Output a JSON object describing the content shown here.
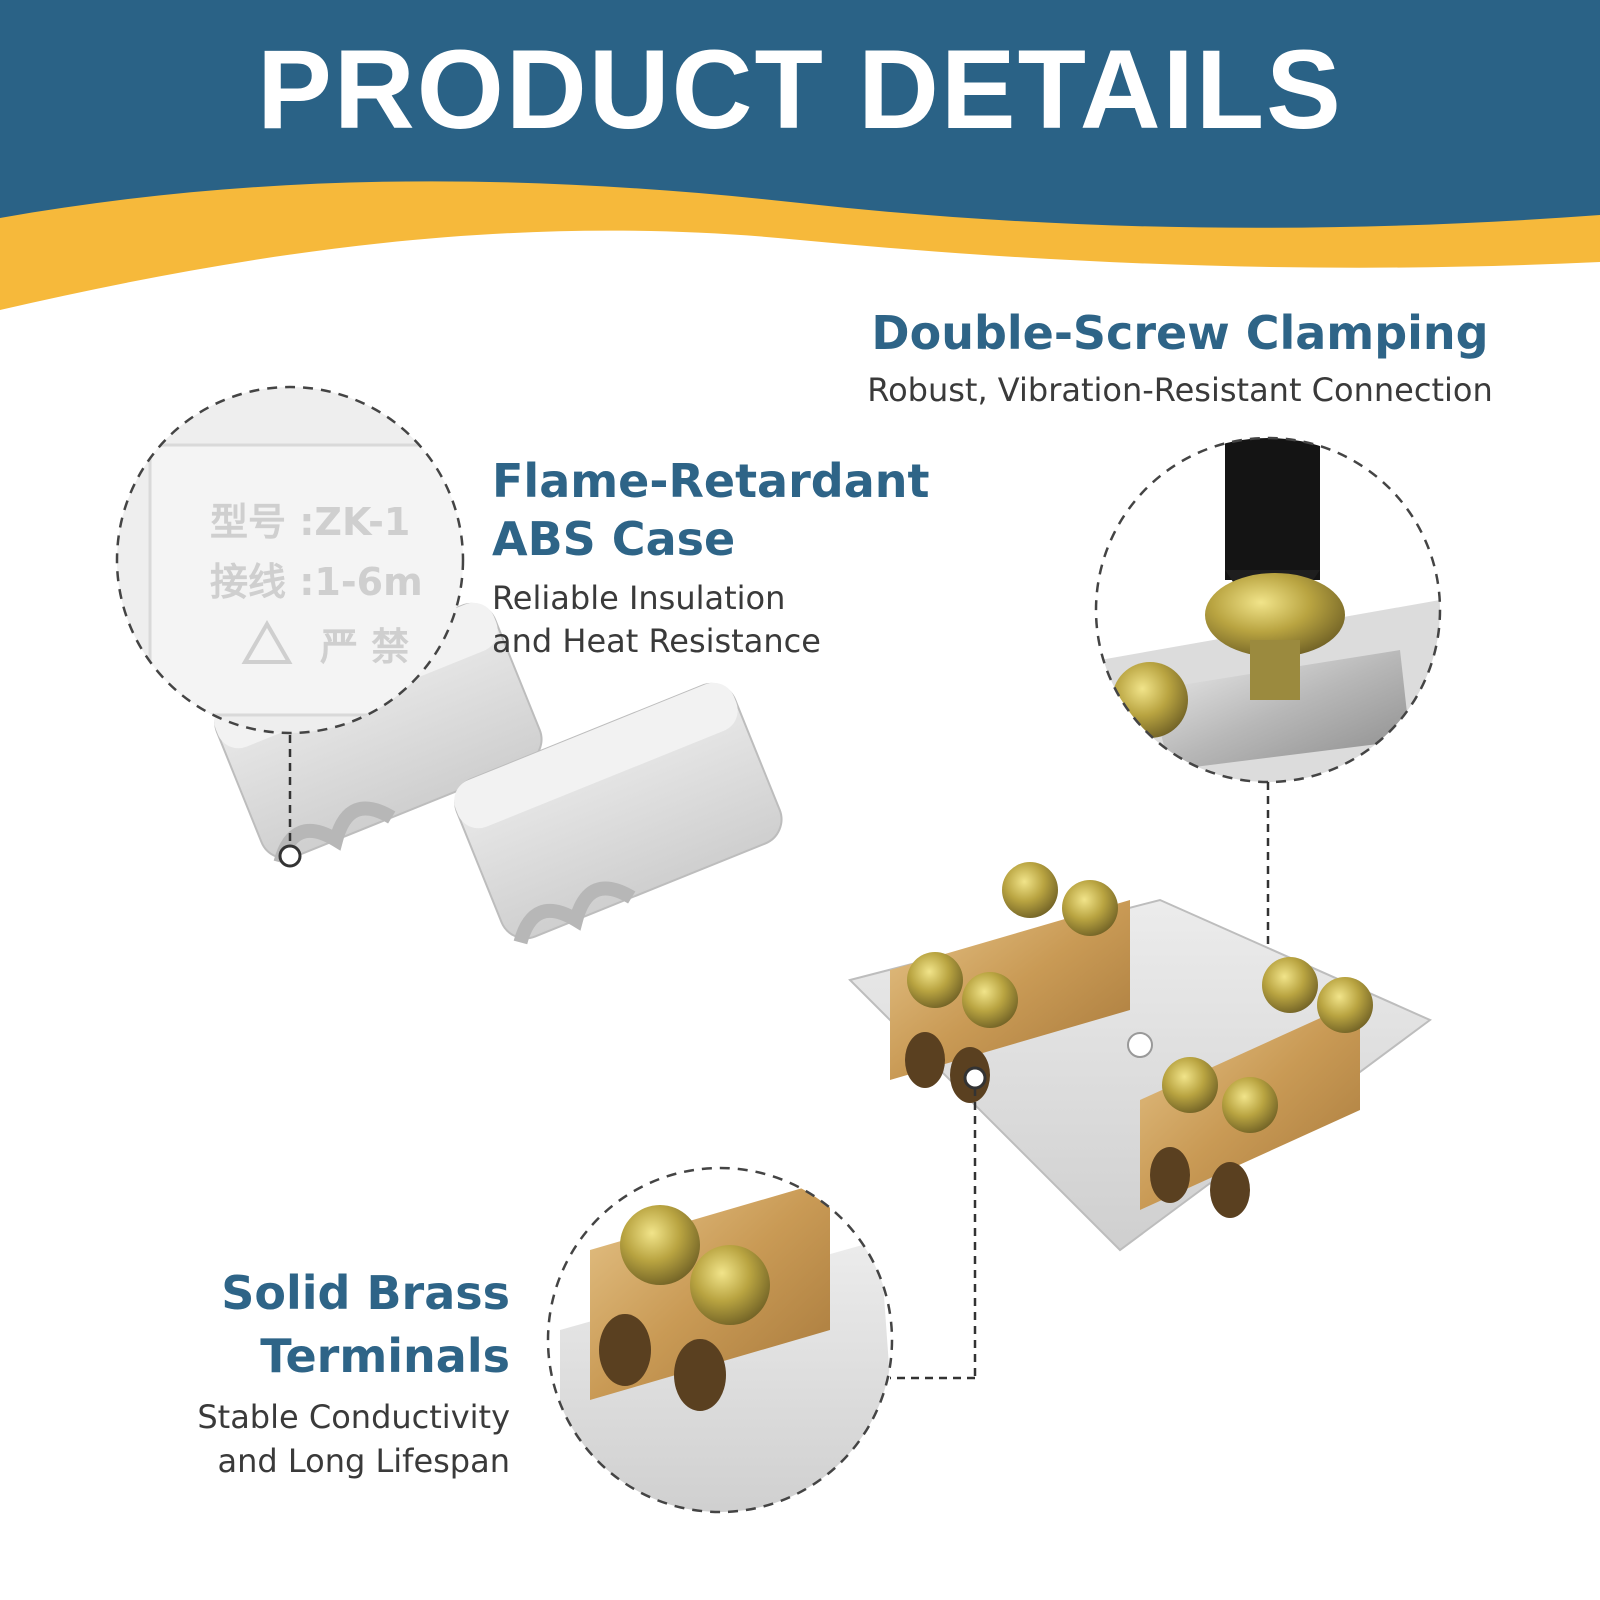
{
  "header": {
    "title": "PRODUCT DETAILS",
    "colors": {
      "blue": "#2a6286",
      "yellow": "#f6b93b"
    }
  },
  "features": {
    "double_screw": {
      "title": "Double-Screw Clamping",
      "subtitle": "Robust, Vibration-Resistant Connection"
    },
    "flame_retardant": {
      "title_line1": "Flame-Retardant",
      "title_line2": "ABS Case",
      "subtitle_line1": "Reliable Insulation",
      "subtitle_line2": "and Heat Resistance"
    },
    "solid_brass": {
      "title_line1": "Solid Brass",
      "title_line2": "Terminals",
      "subtitle_line1": "Stable Conductivity",
      "subtitle_line2": "and Long Lifespan"
    }
  },
  "case_label": {
    "line1": "型号 :ZK-1",
    "line2": "接线 :1-6m",
    "line3": "严 禁"
  },
  "accent_color": "#2e6487"
}
